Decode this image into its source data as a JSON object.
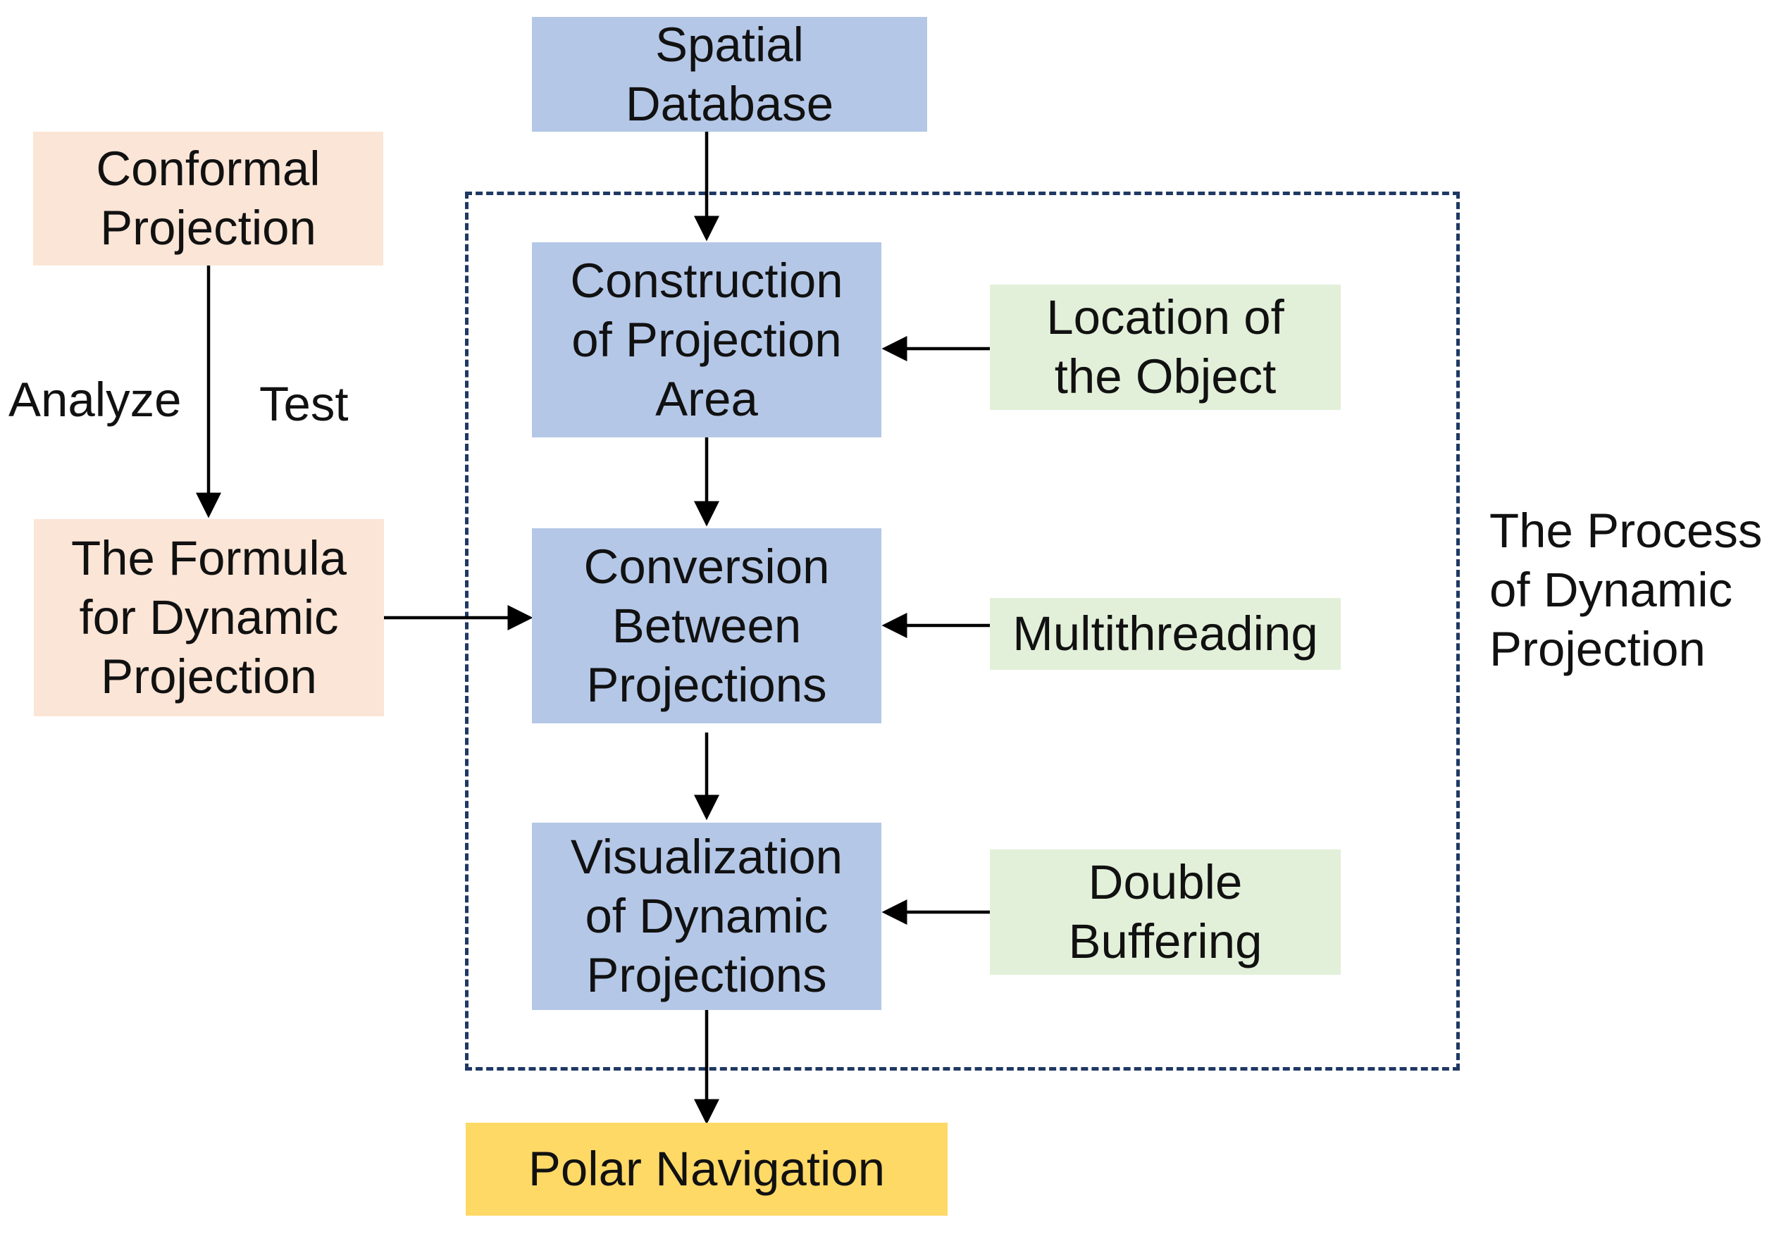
{
  "nodes": {
    "spatial_database": "Spatial\nDatabase",
    "conformal_projection": "Conformal\nProjection",
    "formula_dynamic_projection": "The Formula\nfor Dynamic\nProjection",
    "construction_projection_area": "Construction\nof Projection\nArea",
    "conversion_between_projections": "Conversion\nBetween\nProjections",
    "visualization_dynamic_projections": "Visualization\nof Dynamic\nProjections",
    "location_of_object": "Location of\nthe Object",
    "multithreading": "Multithreading",
    "double_buffering": "Double\nBuffering",
    "polar_navigation": "Polar Navigation"
  },
  "edge_labels": {
    "analyze": "Analyze",
    "test": "Test"
  },
  "group": {
    "label": "The Process\nof Dynamic\nProjection"
  },
  "edges": [
    {
      "from": "spatial_database",
      "to": "construction_projection_area"
    },
    {
      "from": "construction_projection_area",
      "to": "conversion_between_projections"
    },
    {
      "from": "conversion_between_projections",
      "to": "visualization_dynamic_projections"
    },
    {
      "from": "visualization_dynamic_projections",
      "to": "polar_navigation"
    },
    {
      "from": "conformal_projection",
      "to": "formula_dynamic_projection"
    },
    {
      "from": "formula_dynamic_projection",
      "to": "conversion_between_projections"
    },
    {
      "from": "location_of_object",
      "to": "construction_projection_area"
    },
    {
      "from": "multithreading",
      "to": "conversion_between_projections"
    },
    {
      "from": "double_buffering",
      "to": "visualization_dynamic_projections"
    }
  ],
  "colors": {
    "process_blue": "#b4c7e7",
    "theory_peach": "#fbe5d6",
    "technique_green": "#e2f0d9",
    "output_yellow": "#ffd966",
    "frame_navy": "#1f3864",
    "arrow_black": "#000000"
  }
}
